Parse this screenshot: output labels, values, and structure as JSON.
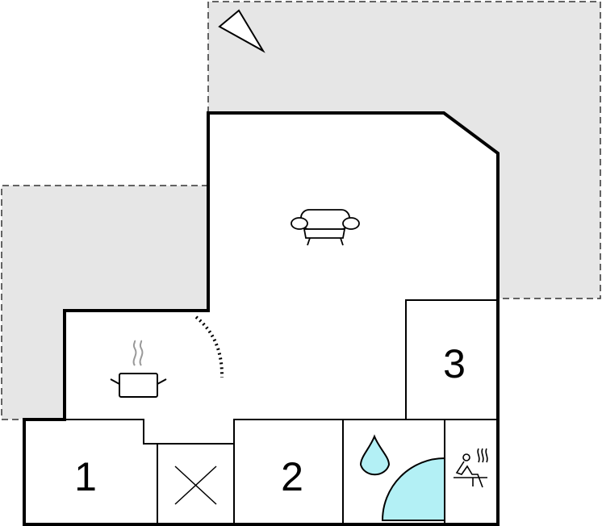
{
  "floorplan": {
    "rooms": [
      {
        "id": "bedroom-1",
        "label": "1"
      },
      {
        "id": "bedroom-2",
        "label": "2"
      },
      {
        "id": "bedroom-3",
        "label": "3"
      }
    ],
    "icons": {
      "compass": "north-arrow-icon",
      "living": "sofa-icon",
      "kitchen": "cooking-pot-icon",
      "toilet": "wc-cross-icon",
      "bathroom": "water-drop-icon",
      "shower": "shower-quarter-circle-icon",
      "sauna": "sauna-icon"
    },
    "colors": {
      "terrace": "#e6e6e6",
      "water": "#b3f0f5",
      "wall": "#000000"
    }
  }
}
